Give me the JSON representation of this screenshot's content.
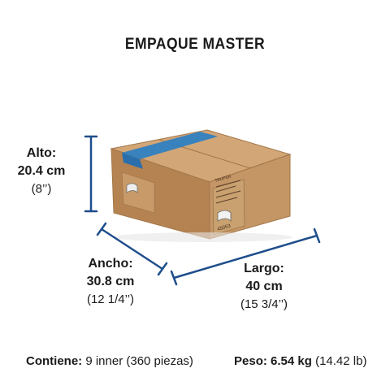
{
  "title": "EMPAQUE MASTER",
  "dimensions": {
    "alto": {
      "label": "Alto:",
      "value": "20.4 cm",
      "imperial": "(8’’)"
    },
    "ancho": {
      "label": "Ancho:",
      "value": "30.8 cm",
      "imperial": "(12 1/4’’)"
    },
    "largo": {
      "label": "Largo:",
      "value": "40 cm",
      "imperial": "(15 3/4’’)"
    }
  },
  "box_label": {
    "brand": "TRUPER",
    "code": "45053"
  },
  "footer": {
    "contents_label": "Contiene:",
    "contents_value": " 9 inner (360 piezas)",
    "weight_label": "Peso:",
    "weight_value": " 6.54 kg",
    "weight_imperial": " (14.42 lb)"
  },
  "colors": {
    "dimension_line": "#1f4e8c",
    "box_front": "#c49565",
    "box_side": "#b58352",
    "box_top": "#d2a676",
    "tape": "#2f7fc1"
  }
}
